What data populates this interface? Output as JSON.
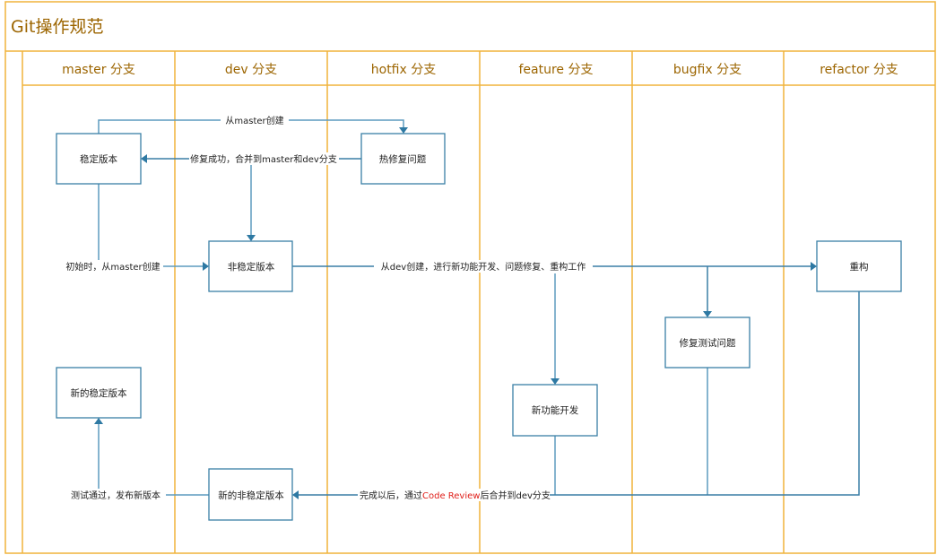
{
  "title": "Git操作规范",
  "colors": {
    "frame": "#f0b43c",
    "title_text": "#9c6500",
    "node_border": "#3a7fa6",
    "edge": "#5d9bbf",
    "arrow": "#2e79a3",
    "highlight_text": "#e0201b"
  },
  "lanes": [
    {
      "id": "master",
      "label": "master 分支"
    },
    {
      "id": "dev",
      "label": "dev 分支"
    },
    {
      "id": "hotfix",
      "label": "hotfix 分支"
    },
    {
      "id": "feature",
      "label": "feature 分支"
    },
    {
      "id": "bugfix",
      "label": "bugfix 分支"
    },
    {
      "id": "refactor",
      "label": "refactor 分支"
    }
  ],
  "nodes": {
    "stable": {
      "label": "稳定版本",
      "lane": "master"
    },
    "hotfix_issue": {
      "label": "热修复问题",
      "lane": "hotfix"
    },
    "unstable": {
      "label": "非稳定版本",
      "lane": "dev"
    },
    "refactor": {
      "label": "重构",
      "lane": "refactor"
    },
    "bugfix_issue": {
      "label": "修复测试问题",
      "lane": "bugfix"
    },
    "new_feature": {
      "label": "新功能开发",
      "lane": "feature"
    },
    "new_stable": {
      "label": "新的稳定版本",
      "lane": "master"
    },
    "new_unstable": {
      "label": "新的非稳定版本",
      "lane": "dev"
    }
  },
  "edges": {
    "create_from_master": {
      "label": "从master创建",
      "from": "stable",
      "to": "hotfix_issue"
    },
    "hotfix_merge": {
      "label": "修复成功，合并到master和dev分支",
      "from": "hotfix_issue",
      "to": [
        "stable",
        "unstable"
      ]
    },
    "init_from_master": {
      "label": "初始时，从master创建",
      "from": "stable",
      "to": "unstable"
    },
    "create_from_dev": {
      "label": "从dev创建，进行新功能开发、问题修复、重构工作",
      "from": "unstable",
      "to": [
        "new_feature",
        "bugfix_issue",
        "refactor"
      ]
    },
    "merge_back": {
      "label_prefix": "完成以后，通过",
      "label_highlight": "Code Review",
      "label_suffix": "后合并到dev分支",
      "from": [
        "new_feature",
        "bugfix_issue",
        "refactor"
      ],
      "to": "new_unstable"
    },
    "release": {
      "label": "测试通过，发布新版本",
      "from": "new_unstable",
      "to": "new_stable"
    }
  }
}
